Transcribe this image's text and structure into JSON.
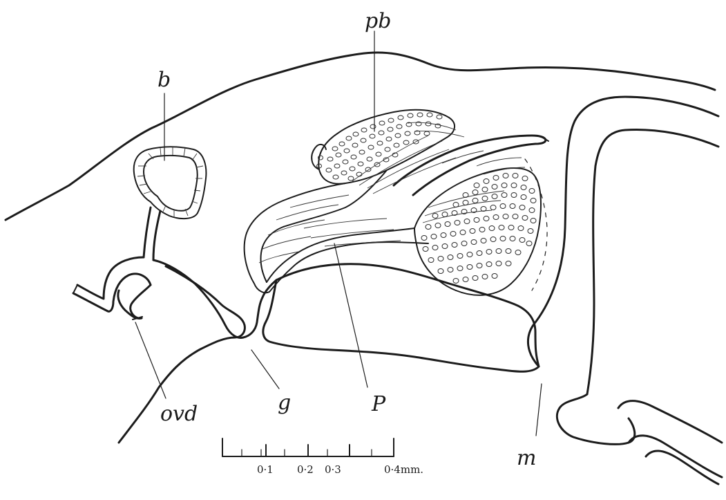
{
  "labels": {
    "pb": "pb",
    "b": "b",
    "ovd": "ovd",
    "g": "g",
    "p": "P",
    "m": "m"
  },
  "scale_bar": {
    "ticks": [
      "0·1",
      "0·2",
      "0·3",
      "0·4mm."
    ]
  },
  "colors": {
    "ink": "#1c1c1c",
    "background": "#ffffff"
  }
}
